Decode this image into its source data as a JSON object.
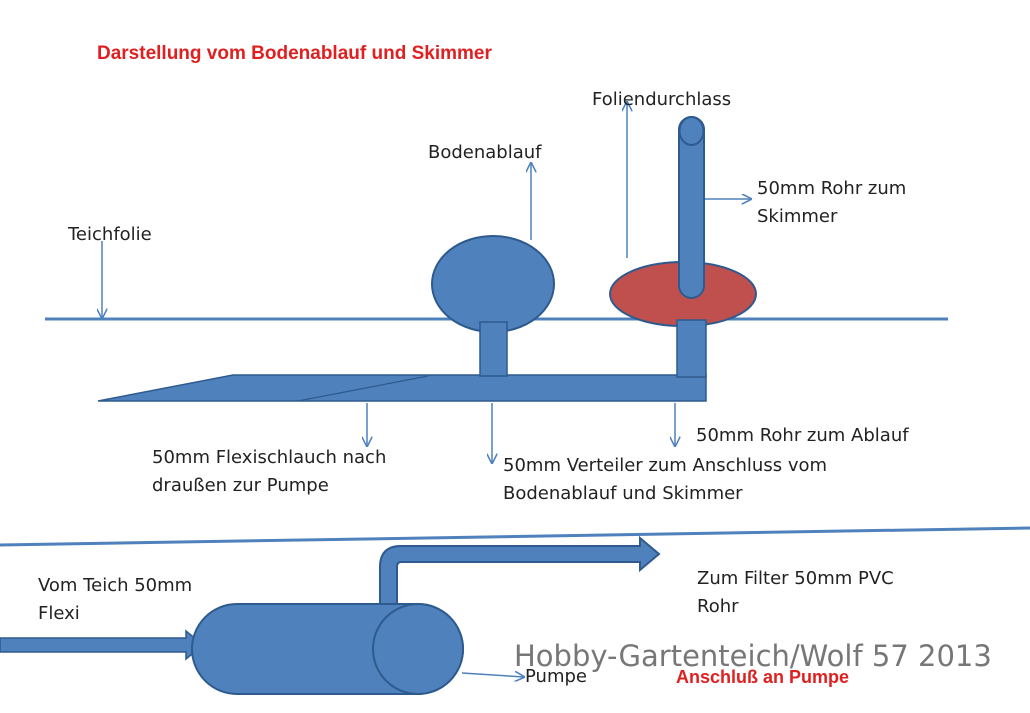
{
  "title": "Darstellung vom Bodenablauf und Skimmer",
  "labels": {
    "foliendurchlass": "Foliendurchlass",
    "bodenablauf": "Bodenablauf",
    "rohr_skimmer": [
      "50mm Rohr zum",
      "Skimmer"
    ],
    "teichfolie": "Teichfolie",
    "rohr_ablauf": "50mm Rohr zum Ablauf",
    "flexischlauch": [
      "50mm Flexischlauch nach",
      "draußen zur Pumpe"
    ],
    "verteiler": [
      "50mm Verteiler zum Anschluss vom",
      "Bodenablauf und Skimmer"
    ],
    "vom_teich": [
      "Vom Teich 50mm",
      "Flexi"
    ],
    "zum_filter": [
      "Zum Filter 50mm PVC",
      "Rohr"
    ],
    "pumpe": "Pumpe",
    "anschluss_pumpe": "Anschluß an Pumpe"
  },
  "watermark": "Hobby-Gartenteich/Wolf 57 2013",
  "colors": {
    "pipe_fill": "#4f81bd",
    "pipe_stroke": "#2e5a8e",
    "liner_pass": "#c0504d",
    "title": "#e02020"
  }
}
